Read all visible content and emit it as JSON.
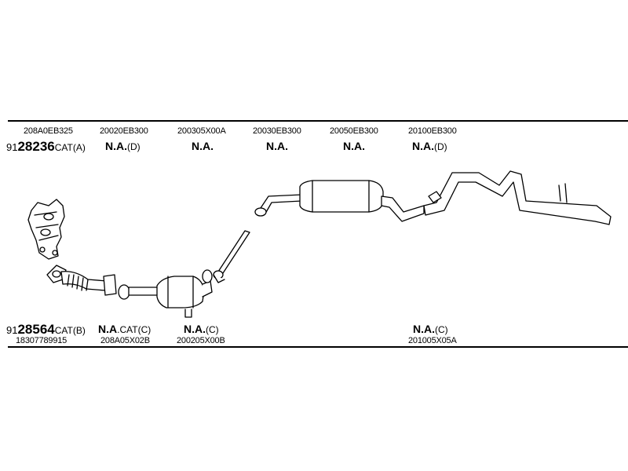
{
  "top_row": {
    "parts": [
      "208A0EB325",
      "20020EB300",
      "200305X00A",
      "20030EB300",
      "20050EB300",
      "20100EB300"
    ],
    "kit": {
      "prefix": "91",
      "main": "28236",
      "suffix": "CAT(A)"
    },
    "codes": [
      {
        "main": "N.A.",
        "suffix": "(D)"
      },
      {
        "main": "N.A.",
        "suffix": ""
      },
      {
        "main": "N.A.",
        "suffix": ""
      },
      {
        "main": "N.A.",
        "suffix": ""
      },
      {
        "main": "N.A.",
        "suffix": "(D)"
      }
    ]
  },
  "bottom_row": {
    "kit": {
      "prefix": "91",
      "main": "28564",
      "suffix": "CAT(B)"
    },
    "codes": [
      {
        "main": "N.A",
        "suffix": ".CAT(C)"
      },
      {
        "main": "N.A.",
        "suffix": "(C)"
      },
      {
        "main": "N.A.",
        "suffix": "(C)"
      }
    ],
    "parts": [
      "18307789915",
      "208A05X02B",
      "200205X00B",
      "201005X05A"
    ]
  },
  "colors": {
    "line": "#000000",
    "background": "#ffffff",
    "part_fill": "#ffffff"
  }
}
